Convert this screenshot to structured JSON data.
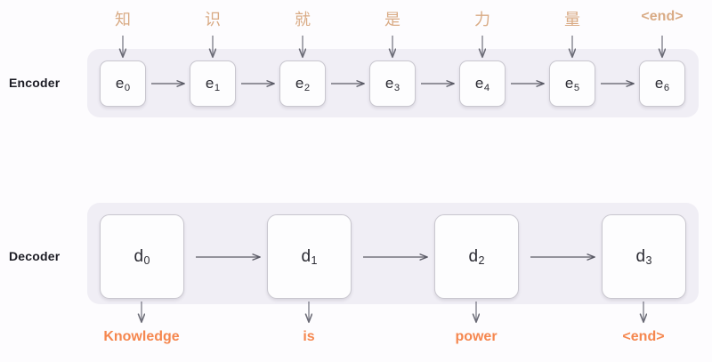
{
  "diagram": {
    "title": "Encoder-Decoder sequence diagram",
    "background_color": "#fdfcfe",
    "band_color": "#f0eef5",
    "token_color": "#d9ab85",
    "output_color": "#f5874f",
    "cell_color": "#fdfdfe"
  },
  "encoder": {
    "label": "Encoder",
    "input_tokens": [
      {
        "text": "知"
      },
      {
        "text": "识"
      },
      {
        "text": "就"
      },
      {
        "text": "是"
      },
      {
        "text": "力"
      },
      {
        "text": "量"
      },
      {
        "text": "<end>"
      }
    ],
    "cells": [
      {
        "base": "e",
        "sub": "0"
      },
      {
        "base": "e",
        "sub": "1"
      },
      {
        "base": "e",
        "sub": "2"
      },
      {
        "base": "e",
        "sub": "3"
      },
      {
        "base": "e",
        "sub": "4"
      },
      {
        "base": "e",
        "sub": "5"
      },
      {
        "base": "e",
        "sub": "6"
      }
    ]
  },
  "decoder": {
    "label": "Decoder",
    "cells": [
      {
        "base": "d",
        "sub": "0"
      },
      {
        "base": "d",
        "sub": "1"
      },
      {
        "base": "d",
        "sub": "2"
      },
      {
        "base": "d",
        "sub": "3"
      }
    ],
    "output_tokens": [
      {
        "text": "Knowledge"
      },
      {
        "text": "is"
      },
      {
        "text": "power"
      },
      {
        "text": "<end>"
      }
    ]
  }
}
